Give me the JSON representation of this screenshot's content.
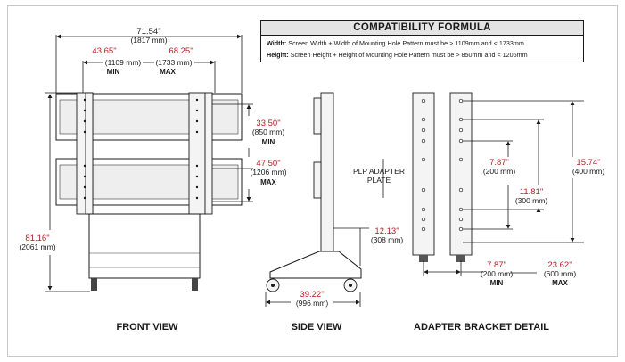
{
  "formula": {
    "title": "COMPATIBILITY FORMULA",
    "width_label": "Width:",
    "width_text": "Screen Width + Width of Mounting Hole Pattern must be > 1109mm and < 1733mm",
    "height_label": "Height:",
    "height_text": "Screen Height + Height of Mounting Hole Pattern must be > 850mm and < 1206mm"
  },
  "front_view": {
    "title": "FRONT  VIEW",
    "overall_width_in": "71.54\"",
    "overall_width_mm": "(1817 mm)",
    "min_width_in": "43.65\"",
    "min_width_mm": "(1109 mm)",
    "min_label": "MIN",
    "max_width_in": "68.25\"",
    "max_width_mm": "(1733 mm)",
    "max_label": "MAX",
    "min_height_in": "33.50\"",
    "min_height_mm": "(850 mm)",
    "min_height_label": "MIN",
    "max_height_in": "47.50\"",
    "max_height_mm": "(1206 mm)",
    "max_height_label": "MAX",
    "overall_height_in": "81.16\"",
    "overall_height_mm": "(2061 mm)"
  },
  "side_view": {
    "title": "SIDE VIEW",
    "plate_label_1": "PLP ADAPTER",
    "plate_label_2": "PLATE",
    "depth_in": "12.13\"",
    "depth_mm": "(308 mm)",
    "base_in": "39.22\"",
    "base_mm": "(996 mm)"
  },
  "bracket_detail": {
    "title": "ADAPTER BRACKET DETAIL",
    "span_200_in": "7.87\"",
    "span_200_mm": "(200 mm)",
    "span_300_in": "11.81\"",
    "span_300_mm": "(300 mm)",
    "span_400_in": "15.74\"",
    "span_400_mm": "(400 mm)",
    "min_w_in": "7.87\"",
    "min_w_mm": "(200 mm)",
    "min_label": "MIN",
    "max_w_in": "23.62\"",
    "max_w_mm": "(600 mm)",
    "max_label": "MAX"
  },
  "colors": {
    "dimension_red": "#b02026",
    "line": "#1a1a1a",
    "header_fill": "#e4e4e4"
  }
}
